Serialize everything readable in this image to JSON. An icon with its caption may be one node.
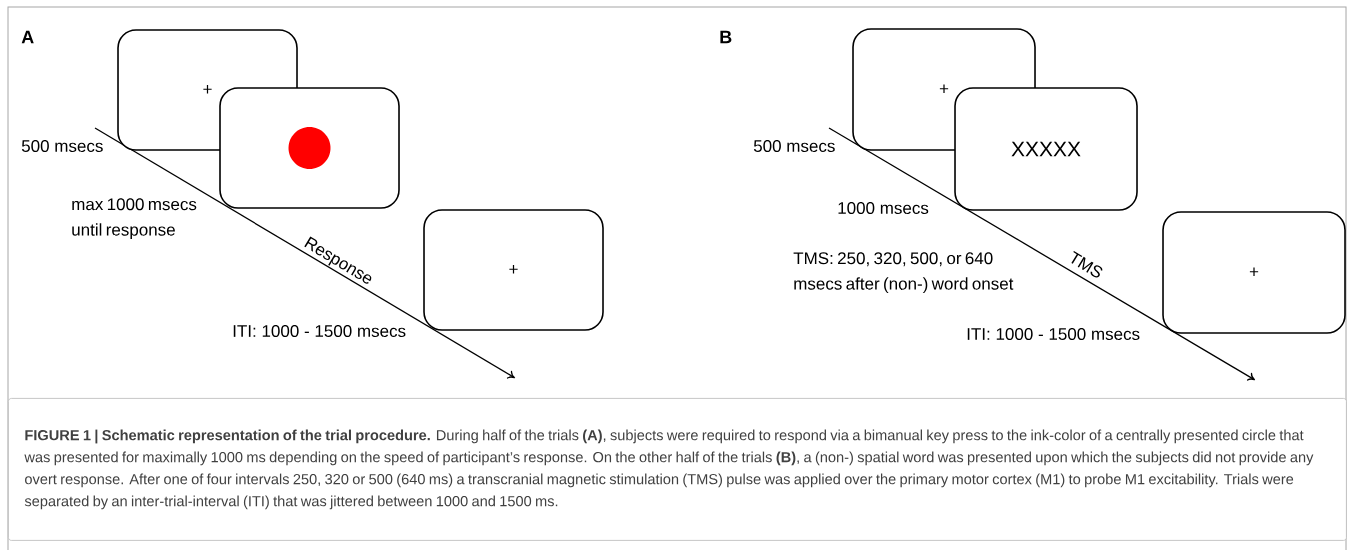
{
  "diagram": {
    "caption": "**FIGURE 1 | Schematic representation of the trial procedure.** During half of the trials **(A)**, subjects were required to respond via a bimanual key press to the ink-color of a centrally presented circle that was presented for maximally 1000 ms depending on the speed of participant’s response. On the other half of the trials **(B)**, a (non-) spatial word was presented upon which the subjects did not provide any overt response. After one of four intervals 250, 320 or 500 (640 ms) a transcranial magnetic stimulation (TMS) pulse was applied over the primary motor cortex (M1) to probe M1 excitability. Trials were separated by an inter-trial-interval (ITI) that was jittered between 1000 and 1500 ms.",
    "nodes": [
      {
        "text": [
          "+"
        ],
        "beside": [
          "500 msecs"
        ]
      },
      {
        "text": [],
        "shape": "box",
        "beside": [
          "max 1000 msecs until response"
        ]
      },
      {
        "text": [],
        "shape": "circle",
        "in": 1
      },
      {
        "text": [
          "+"
        ],
        "beside": [
          "ITI: 1000 - 1500 msecs"
        ]
      },
      {
        "text": [
          "+"
        ],
        "beside": [
          "500 msecs"
        ]
      },
      {
        "text": [
          "XXXXX"
        ],
        "beside": [
          "1000 msecs"
        ]
      },
      {
        "text": [
          "+"
        ],
        "beside": [
          "ITI: 1000 - 1500 msecs"
        ]
      }
    ],
    "labels": [
      "A",
      "Response",
      "B",
      "TMS: 250, 320, 500, or 640 msecs after (non-) word onset",
      "TMS"
    ]
  }
}
